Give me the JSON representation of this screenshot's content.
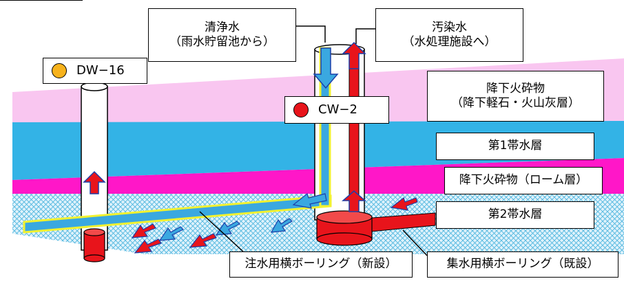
{
  "colors": {
    "pink_layer": "#f9c6f0",
    "blue_layer": "#33b3e6",
    "magenta_layer": "#ff17c8",
    "mesh_layer": "#9fd9ef",
    "clean_pipe": "#3aa8e0",
    "clean_outline": "#f2f230",
    "dirty_pipe": "#e8141b",
    "arrow_red": "#e8141b",
    "arrow_blue": "#3aa8e0",
    "dw16_dot": "#f7b21c",
    "cw2_dot": "#e8141b"
  },
  "labels": {
    "clean_water": [
      "清浄水",
      "（雨水貯留池から）"
    ],
    "dirty_water": [
      "汚染水",
      "（水処理施設へ）"
    ],
    "dw16": "DW−16",
    "cw2": "CW−2",
    "pyroclastic": [
      "降下火砕物",
      "（降下軽石・火山灰層）"
    ],
    "aquifer1": "第1帯水層",
    "loam": "降下火砕物（ローム層）",
    "aquifer2": "第2帯水層",
    "injection_boring": "注水用横ボーリング（新設）",
    "collection_boring": "集水用横ボーリング（既設）"
  },
  "icons": [
    "arrow-up-icon",
    "arrow-down-icon",
    "arrow-flow-icon",
    "circle-marker-icon"
  ]
}
